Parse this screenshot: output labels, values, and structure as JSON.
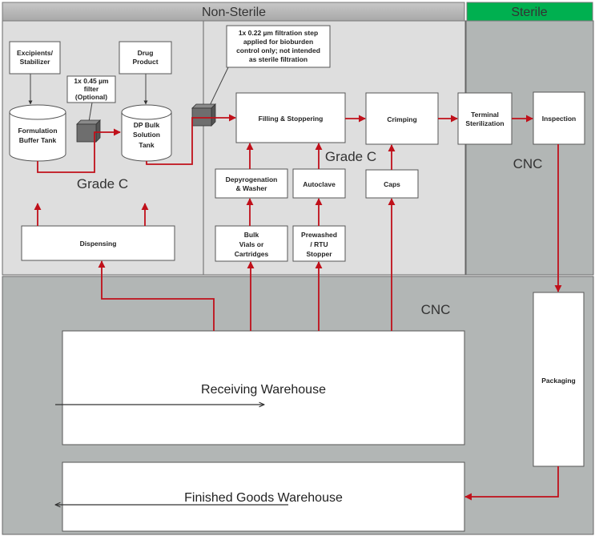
{
  "headers": {
    "non_sterile": "Non-Sterile",
    "sterile": "Sterile"
  },
  "zones": {
    "grade_c_left": "Grade C",
    "grade_c_right": "Grade C",
    "cnc_sterile": "CNC",
    "cnc_bottom": "CNC"
  },
  "boxes": {
    "excipients": [
      "Excipients/",
      "Stabilizer"
    ],
    "drug_product": [
      "Drug",
      "Product"
    ],
    "filter_045": [
      "1x 0.45 µm",
      "filter",
      "(Optional)"
    ],
    "formulation_tank": [
      "Formulation",
      "Buffer Tank"
    ],
    "dp_bulk_tank": [
      "DP Bulk",
      "Solution",
      "Tank"
    ],
    "filter_022_note": [
      "1x 0.22 µm filtration step",
      "applied for bioburden",
      "control only; not intended",
      "as sterile filtration"
    ],
    "filling": [
      "Filling & Stoppering"
    ],
    "crimping": [
      "Crimping"
    ],
    "terminal_sterilization": [
      "Terminal",
      "Sterilization"
    ],
    "inspection": [
      "Inspection"
    ],
    "depyrogenation": [
      "Depyrogenation",
      "& Washer"
    ],
    "autoclave": [
      "Autoclave"
    ],
    "caps": [
      "Caps"
    ],
    "dispensing": [
      "Dispensing"
    ],
    "bulk_vials": [
      "Bulk",
      "Vials or",
      "Cartridges"
    ],
    "prewashed": [
      "Prewashed",
      "/ RTU",
      "Stopper"
    ],
    "packaging": [
      "Packaging"
    ],
    "receiving_warehouse": [
      "Receiving Warehouse"
    ],
    "finished_goods_warehouse": [
      "Finished Goods Warehouse"
    ]
  },
  "colors": {
    "sterile_header": "#00b050",
    "flow_arrow": "#c0101a",
    "non_sterile_area": "#dedede",
    "cnc_area": "#b2b6b5"
  }
}
